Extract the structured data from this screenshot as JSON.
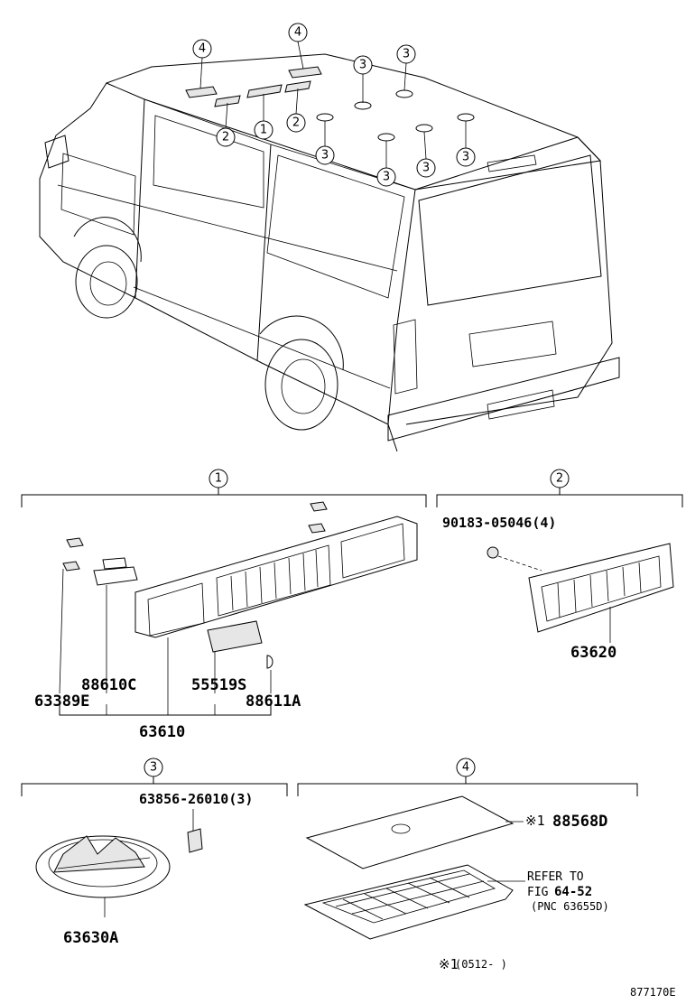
{
  "figure_code": "877170E",
  "van_callouts": [
    "4",
    "4",
    "1",
    "2",
    "2",
    "3",
    "3",
    "3",
    "3",
    "3",
    "3"
  ],
  "groups": {
    "g1": {
      "number": "1",
      "parts": [
        "88610C",
        "63389E",
        "55519S",
        "88611A"
      ],
      "assembly": "63610"
    },
    "g2": {
      "number": "2",
      "bolt": "90183-05046(4)",
      "assembly": "63620"
    },
    "g3": {
      "number": "3",
      "clip": "63856-26010(3)",
      "assembly": "63630A"
    },
    "g4": {
      "number": "4",
      "note_mark": "※1",
      "part": "88568D",
      "refer_line1": "REFER TO",
      "refer_fig_prefix": "FIG",
      "refer_fig": "64-52",
      "refer_pnc": "(PNC 63655D)",
      "footnote_mark": "※1",
      "footnote_text": "(0512-      )"
    }
  }
}
